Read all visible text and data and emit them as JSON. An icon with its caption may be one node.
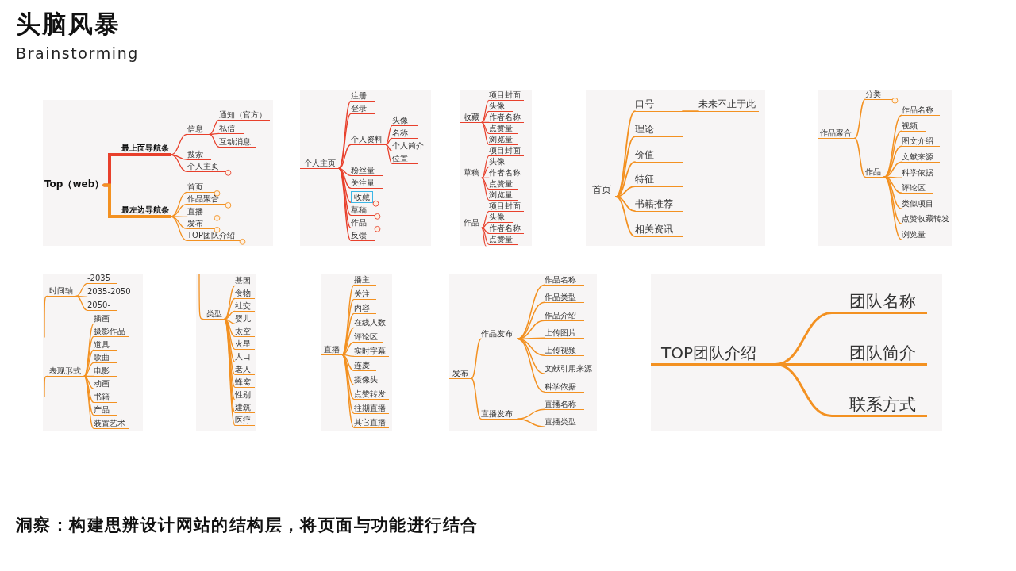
{
  "diagram": {
    "title": "头脑风暴",
    "caption": "洞察：构建思辨设计网站的结构层，将页面与功能进行结合",
    "labels": [
      "Brainstorming"
    ],
    "nodes": [
      {
        "text": [],
        "shape": "box"
      },
      {
        "text": [
          "Top（web）"
        ],
        "in": 0
      },
      {
        "text": [
          "最上面导航条"
        ],
        "in": 0
      },
      {
        "text": [
          "最左边导航条"
        ],
        "in": 0
      },
      {
        "text": [
          "信息"
        ],
        "in": 0
      },
      {
        "text": [
          "通知（官方）"
        ],
        "in": 0
      },
      {
        "text": [
          "私信"
        ],
        "in": 0
      },
      {
        "text": [
          "互动消息"
        ],
        "in": 0
      },
      {
        "text": [
          "搜索"
        ],
        "in": 0
      },
      {
        "text": [
          "个人主页"
        ],
        "in": 0
      },
      {
        "text": [
          "首页"
        ],
        "in": 0
      },
      {
        "text": [
          "作品聚合"
        ],
        "in": 0
      },
      {
        "text": [
          "直播"
        ],
        "in": 0
      },
      {
        "text": [
          "发布"
        ],
        "in": 0
      },
      {
        "text": [
          "TOP团队介绍"
        ],
        "in": 0
      },
      {
        "text": [],
        "shape": "box"
      },
      {
        "text": [
          "个人主页"
        ],
        "in": 15
      },
      {
        "text": [
          "注册"
        ],
        "in": 15
      },
      {
        "text": [
          "登录"
        ],
        "in": 15
      },
      {
        "text": [
          "个人资料"
        ],
        "in": 15
      },
      {
        "text": [
          "头像"
        ],
        "in": 15
      },
      {
        "text": [
          "名称"
        ],
        "in": 15
      },
      {
        "text": [
          "个人简介"
        ],
        "in": 15
      },
      {
        "text": [
          "位置"
        ],
        "in": 15
      },
      {
        "text": [
          "粉丝量"
        ],
        "in": 15
      },
      {
        "text": [
          "关注量"
        ],
        "in": 15
      },
      {
        "text": [
          "收藏"
        ],
        "in": 15
      },
      {
        "text": [
          "草稿"
        ],
        "in": 15
      },
      {
        "text": [
          "作品"
        ],
        "in": 15
      },
      {
        "text": [
          "反馈"
        ],
        "in": 15
      },
      {
        "text": [],
        "shape": "box"
      },
      {
        "text": [
          "收藏"
        ],
        "in": 30
      },
      {
        "text": [
          "项目封面"
        ],
        "in": 30
      },
      {
        "text": [
          "头像"
        ],
        "in": 30
      },
      {
        "text": [
          "作者名称"
        ],
        "in": 30
      },
      {
        "text": [
          "点赞量"
        ],
        "in": 30
      },
      {
        "text": [
          "浏览量"
        ],
        "in": 30
      },
      {
        "text": [
          "草稿"
        ],
        "in": 30
      },
      {
        "text": [
          "项目封面"
        ],
        "in": 30
      },
      {
        "text": [
          "头像"
        ],
        "in": 30
      },
      {
        "text": [
          "作者名称"
        ],
        "in": 30
      },
      {
        "text": [
          "点赞量"
        ],
        "in": 30
      },
      {
        "text": [
          "浏览量"
        ],
        "in": 30
      },
      {
        "text": [
          "作品"
        ],
        "in": 30
      },
      {
        "text": [
          "项目封面"
        ],
        "in": 30
      },
      {
        "text": [
          "头像"
        ],
        "in": 30
      },
      {
        "text": [
          "作者名称"
        ],
        "in": 30
      },
      {
        "text": [
          "点赞量"
        ],
        "in": 30
      },
      {
        "text": [],
        "shape": "box"
      },
      {
        "text": [
          "首页"
        ],
        "in": 48
      },
      {
        "text": [
          "口号"
        ],
        "in": 48
      },
      {
        "text": [
          "未来不止于此"
        ],
        "in": 48
      },
      {
        "text": [
          "理论"
        ],
        "in": 48
      },
      {
        "text": [
          "价值"
        ],
        "in": 48
      },
      {
        "text": [
          "特征"
        ],
        "in": 48
      },
      {
        "text": [
          "书籍推荐"
        ],
        "in": 48
      },
      {
        "text": [
          "相关资讯"
        ],
        "in": 48
      },
      {
        "text": [],
        "shape": "box"
      },
      {
        "text": [
          "作品聚合"
        ],
        "in": 57
      },
      {
        "text": [
          "分类"
        ],
        "in": 57
      },
      {
        "text": [
          "作品"
        ],
        "in": 57
      },
      {
        "text": [
          "作品名称"
        ],
        "in": 57
      },
      {
        "text": [
          "视频"
        ],
        "in": 57
      },
      {
        "text": [
          "图文介绍"
        ],
        "in": 57
      },
      {
        "text": [
          "文献来源"
        ],
        "in": 57
      },
      {
        "text": [
          "科学依据"
        ],
        "in": 57
      },
      {
        "text": [
          "评论区"
        ],
        "in": 57
      },
      {
        "text": [
          "类似项目"
        ],
        "in": 57
      },
      {
        "text": [
          "点赞收藏转发"
        ],
        "in": 57
      },
      {
        "text": [
          "浏览量"
        ],
        "in": 57
      },
      {
        "text": [],
        "shape": "box"
      },
      {
        "text": [
          "时间轴"
        ],
        "in": 70
      },
      {
        "text": [
          "-2035"
        ],
        "in": 70
      },
      {
        "text": [
          "2035-2050"
        ],
        "in": 70
      },
      {
        "text": [
          "2050-"
        ],
        "in": 70
      },
      {
        "text": [
          "表现形式"
        ],
        "in": 70
      },
      {
        "text": [
          "插画"
        ],
        "in": 70
      },
      {
        "text": [
          "摄影作品"
        ],
        "in": 70
      },
      {
        "text": [
          "道具"
        ],
        "in": 70
      },
      {
        "text": [
          "歌曲"
        ],
        "in": 70
      },
      {
        "text": [
          "电影"
        ],
        "in": 70
      },
      {
        "text": [
          "动画"
        ],
        "in": 70
      },
      {
        "text": [
          "书籍"
        ],
        "in": 70
      },
      {
        "text": [
          "产品"
        ],
        "in": 70
      },
      {
        "text": [
          "装置艺术"
        ],
        "in": 70
      },
      {
        "text": [],
        "shape": "box"
      },
      {
        "text": [
          "类型"
        ],
        "in": 85
      },
      {
        "text": [
          "基因"
        ],
        "in": 85
      },
      {
        "text": [
          "食物"
        ],
        "in": 85
      },
      {
        "text": [
          "社交"
        ],
        "in": 85
      },
      {
        "text": [
          "婴儿"
        ],
        "in": 85
      },
      {
        "text": [
          "太空"
        ],
        "in": 85
      },
      {
        "text": [
          "火星"
        ],
        "in": 85
      },
      {
        "text": [
          "人口"
        ],
        "in": 85
      },
      {
        "text": [
          "老人"
        ],
        "in": 85
      },
      {
        "text": [
          "蜂窝"
        ],
        "in": 85
      },
      {
        "text": [
          "性别"
        ],
        "in": 85
      },
      {
        "text": [
          "建筑"
        ],
        "in": 85
      },
      {
        "text": [
          "医疗"
        ],
        "in": 85
      },
      {
        "text": [],
        "shape": "box"
      },
      {
        "text": [
          "直播"
        ],
        "in": 99
      },
      {
        "text": [
          "播主"
        ],
        "in": 99
      },
      {
        "text": [
          "关注"
        ],
        "in": 99
      },
      {
        "text": [
          "内容"
        ],
        "in": 99
      },
      {
        "text": [
          "在线人数"
        ],
        "in": 99
      },
      {
        "text": [
          "评论区"
        ],
        "in": 99
      },
      {
        "text": [
          "实时字幕"
        ],
        "in": 99
      },
      {
        "text": [
          "连麦"
        ],
        "in": 99
      },
      {
        "text": [
          "摄像头"
        ],
        "in": 99
      },
      {
        "text": [
          "点赞转发"
        ],
        "in": 99
      },
      {
        "text": [
          "往期直播"
        ],
        "in": 99
      },
      {
        "text": [
          "其它直播"
        ],
        "in": 99
      },
      {
        "text": [],
        "shape": "box"
      },
      {
        "text": [
          "发布"
        ],
        "in": 112
      },
      {
        "text": [
          "作品发布"
        ],
        "in": 112
      },
      {
        "text": [
          "直播发布"
        ],
        "in": 112
      },
      {
        "text": [
          "作品名称"
        ],
        "in": 112
      },
      {
        "text": [
          "作品类型"
        ],
        "in": 112
      },
      {
        "text": [
          "作品介绍"
        ],
        "in": 112
      },
      {
        "text": [
          "上传图片"
        ],
        "in": 112
      },
      {
        "text": [
          "上传视频"
        ],
        "in": 112
      },
      {
        "text": [
          "文献引用来源"
        ],
        "in": 112
      },
      {
        "text": [
          "科学依据"
        ],
        "in": 112
      },
      {
        "text": [
          "直播名称"
        ],
        "in": 112
      },
      {
        "text": [
          "直播类型"
        ],
        "in": 112
      },
      {
        "text": [],
        "shape": "box"
      },
      {
        "text": [
          "TOP团队介绍"
        ],
        "in": 125
      },
      {
        "text": [
          "团队名称"
        ],
        "in": 125
      },
      {
        "text": [
          "团队简介"
        ],
        "in": 125
      },
      {
        "text": [
          "联系方式"
        ],
        "in": 125
      }
    ],
    "edges": [
      {
        "from": 1,
        "to": 2,
        "arrow": "none",
        "style": "thick",
        "color": "#e8402c"
      },
      {
        "from": 1,
        "to": 3,
        "arrow": "none",
        "style": "thick"
      },
      {
        "from": 2,
        "to": 4,
        "arrow": "none",
        "color": "#e8402c"
      },
      {
        "from": 2,
        "to": 8,
        "arrow": "none",
        "color": "#e8402c"
      },
      {
        "from": 2,
        "to": 9,
        "arrow": "none",
        "color": "#e8402c"
      },
      {
        "from": 4,
        "to": 5,
        "arrow": "none",
        "color": "#e8402c"
      },
      {
        "from": 4,
        "to": 6,
        "arrow": "none",
        "color": "#e8402c"
      },
      {
        "from": 4,
        "to": 7,
        "arrow": "none",
        "color": "#e8402c"
      },
      {
        "from": 3,
        "to": 10,
        "arrow": "none"
      },
      {
        "from": 3,
        "to": 11,
        "arrow": "none"
      },
      {
        "from": 3,
        "to": 12,
        "arrow": "none"
      },
      {
        "from": 3,
        "to": 13,
        "arrow": "none"
      },
      {
        "from": 3,
        "to": 14,
        "arrow": "none"
      },
      {
        "from": 16,
        "to": 17,
        "arrow": "none",
        "color": "#e8402c"
      },
      {
        "from": 16,
        "to": 18,
        "arrow": "none",
        "color": "#e8402c"
      },
      {
        "from": 16,
        "to": 19,
        "arrow": "none",
        "color": "#e8402c"
      },
      {
        "from": 19,
        "to": 20,
        "arrow": "none",
        "color": "#e8402c"
      },
      {
        "from": 19,
        "to": 21,
        "arrow": "none",
        "color": "#e8402c"
      },
      {
        "from": 19,
        "to": 22,
        "arrow": "none",
        "color": "#e8402c"
      },
      {
        "from": 19,
        "to": 23,
        "arrow": "none",
        "color": "#e8402c"
      },
      {
        "from": 16,
        "to": 24,
        "arrow": "none",
        "color": "#e8402c"
      },
      {
        "from": 16,
        "to": 25,
        "arrow": "none",
        "color": "#e8402c"
      },
      {
        "from": 16,
        "to": 26,
        "arrow": "none",
        "color": "#e8402c"
      },
      {
        "from": 16,
        "to": 27,
        "arrow": "none",
        "color": "#e8402c"
      },
      {
        "from": 16,
        "to": 28,
        "arrow": "none",
        "color": "#e8402c"
      },
      {
        "from": 16,
        "to": 29,
        "arrow": "none",
        "color": "#e8402c"
      },
      {
        "from": 31,
        "to": 32,
        "arrow": "none",
        "color": "#e8402c"
      },
      {
        "from": 31,
        "to": 33,
        "arrow": "none",
        "color": "#e8402c"
      },
      {
        "from": 31,
        "to": 34,
        "arrow": "none",
        "color": "#e8402c"
      },
      {
        "from": 31,
        "to": 35,
        "arrow": "none",
        "color": "#e8402c"
      },
      {
        "from": 31,
        "to": 36,
        "arrow": "none",
        "color": "#e8402c"
      },
      {
        "from": 37,
        "to": 38,
        "arrow": "none",
        "color": "#e8402c"
      },
      {
        "from": 37,
        "to": 39,
        "arrow": "none",
        "color": "#e8402c"
      },
      {
        "from": 37,
        "to": 40,
        "arrow": "none",
        "color": "#e8402c"
      },
      {
        "from": 37,
        "to": 41,
        "arrow": "none",
        "color": "#e8402c"
      },
      {
        "from": 37,
        "to": 42,
        "arrow": "none",
        "color": "#e8402c"
      },
      {
        "from": 43,
        "to": 44,
        "arrow": "none",
        "color": "#e8402c"
      },
      {
        "from": 43,
        "to": 45,
        "arrow": "none",
        "color": "#e8402c"
      },
      {
        "from": 43,
        "to": 46,
        "arrow": "none",
        "color": "#e8402c"
      },
      {
        "from": 43,
        "to": 47,
        "arrow": "none",
        "color": "#e8402c"
      },
      {
        "from": 43,
        "to": null,
        "arrow": "none",
        "color": "#e8402c"
      },
      {
        "from": 49,
        "to": 50,
        "arrow": "none"
      },
      {
        "from": 50,
        "to": 51,
        "arrow": "none"
      },
      {
        "from": 49,
        "to": 52,
        "arrow": "none"
      },
      {
        "from": 49,
        "to": 53,
        "arrow": "none"
      },
      {
        "from": 49,
        "to": 54,
        "arrow": "none"
      },
      {
        "from": 49,
        "to": 55,
        "arrow": "none"
      },
      {
        "from": 49,
        "to": 56,
        "arrow": "none"
      },
      {
        "from": 58,
        "to": 59,
        "arrow": "none"
      },
      {
        "from": 58,
        "to": 60,
        "arrow": "none"
      },
      {
        "from": 60,
        "to": 61,
        "arrow": "none"
      },
      {
        "from": 60,
        "to": 62,
        "arrow": "none"
      },
      {
        "from": 60,
        "to": 63,
        "arrow": "none"
      },
      {
        "from": 60,
        "to": 64,
        "arrow": "none"
      },
      {
        "from": 60,
        "to": 65,
        "arrow": "none"
      },
      {
        "from": 60,
        "to": 66,
        "arrow": "none"
      },
      {
        "from": 60,
        "to": 67,
        "arrow": "none"
      },
      {
        "from": 60,
        "to": 68,
        "arrow": "none"
      },
      {
        "from": 60,
        "to": 69,
        "arrow": "none"
      },
      {
        "from": null,
        "to": 71,
        "arrow": "none"
      },
      {
        "from": 71,
        "to": 72,
        "arrow": "none"
      },
      {
        "from": 71,
        "to": 73,
        "arrow": "none"
      },
      {
        "from": 71,
        "to": 74,
        "arrow": "none"
      },
      {
        "from": null,
        "to": 75,
        "arrow": "none"
      },
      {
        "from": 75,
        "to": 76,
        "arrow": "none"
      },
      {
        "from": 75,
        "to": 77,
        "arrow": "none"
      },
      {
        "from": 75,
        "to": 78,
        "arrow": "none"
      },
      {
        "from": 75,
        "to": 79,
        "arrow": "none"
      },
      {
        "from": 75,
        "to": 80,
        "arrow": "none"
      },
      {
        "from": 75,
        "to": 81,
        "arrow": "none"
      },
      {
        "from": 75,
        "to": 82,
        "arrow": "none"
      },
      {
        "from": 75,
        "to": 83,
        "arrow": "none"
      },
      {
        "from": 75,
        "to": 84,
        "arrow": "none"
      },
      {
        "from": null,
        "to": 86,
        "arrow": "none"
      },
      {
        "from": 86,
        "to": 87,
        "arrow": "none"
      },
      {
        "from": 86,
        "to": 88,
        "arrow": "none"
      },
      {
        "from": 86,
        "to": 89,
        "arrow": "none"
      },
      {
        "from": 86,
        "to": 90,
        "arrow": "none"
      },
      {
        "from": 86,
        "to": 91,
        "arrow": "none"
      },
      {
        "from": 86,
        "to": 92,
        "arrow": "none"
      },
      {
        "from": 86,
        "to": 93,
        "arrow": "none"
      },
      {
        "from": 86,
        "to": 94,
        "arrow": "none"
      },
      {
        "from": 86,
        "to": 95,
        "arrow": "none"
      },
      {
        "from": 86,
        "to": 96,
        "arrow": "none"
      },
      {
        "from": 86,
        "to": 97,
        "arrow": "none"
      },
      {
        "from": 86,
        "to": 98,
        "arrow": "none"
      },
      {
        "from": 100,
        "to": 101,
        "arrow": "none"
      },
      {
        "from": 100,
        "to": 102,
        "arrow": "none"
      },
      {
        "from": 100,
        "to": 103,
        "arrow": "none"
      },
      {
        "from": 100,
        "to": 104,
        "arrow": "none"
      },
      {
        "from": 100,
        "to": 105,
        "arrow": "none"
      },
      {
        "from": 100,
        "to": 106,
        "arrow": "none"
      },
      {
        "from": 100,
        "to": 107,
        "arrow": "none"
      },
      {
        "from": 100,
        "to": 108,
        "arrow": "none"
      },
      {
        "from": 100,
        "to": 109,
        "arrow": "none"
      },
      {
        "from": 100,
        "to": 110,
        "arrow": "none"
      },
      {
        "from": 100,
        "to": 111,
        "arrow": "none"
      },
      {
        "from": 113,
        "to": 114,
        "arrow": "none"
      },
      {
        "from": 113,
        "to": 115,
        "arrow": "none"
      },
      {
        "from": 114,
        "to": 116,
        "arrow": "none"
      },
      {
        "from": 114,
        "to": 117,
        "arrow": "none"
      },
      {
        "from": 114,
        "to": 118,
        "arrow": "none"
      },
      {
        "from": 114,
        "to": 119,
        "arrow": "none"
      },
      {
        "from": 114,
        "to": 120,
        "arrow": "none"
      },
      {
        "from": 114,
        "to": 121,
        "arrow": "none"
      },
      {
        "from": 114,
        "to": 122,
        "arrow": "none"
      },
      {
        "from": 115,
        "to": 123,
        "arrow": "none"
      },
      {
        "from": 115,
        "to": 124,
        "arrow": "none"
      },
      {
        "from": 126,
        "to": 127,
        "arrow": "none"
      },
      {
        "from": 126,
        "to": 128,
        "arrow": "none"
      },
      {
        "from": 126,
        "to": 129,
        "arrow": "none"
      }
    ]
  }
}
